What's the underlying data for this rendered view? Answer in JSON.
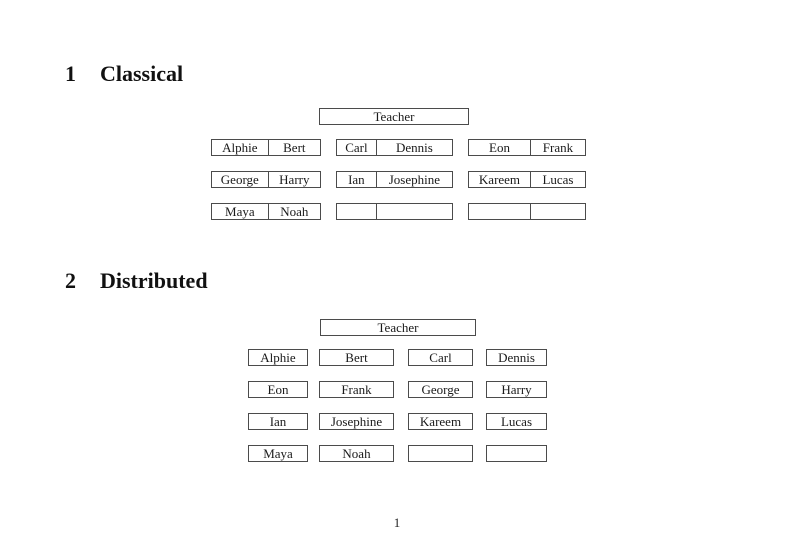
{
  "document": {
    "footer": {
      "page_number": "1"
    }
  },
  "classical": {
    "section_number": "1",
    "section_title": "Classical",
    "teacher_label": "Teacher",
    "desks": [
      {
        "position": "row1-col1",
        "seats": [
          "Alphie",
          "Bert"
        ]
      },
      {
        "position": "row1-col2",
        "seats": [
          "Carl",
          "Dennis"
        ]
      },
      {
        "position": "row1-col3",
        "seats": [
          "Eon",
          "Frank"
        ]
      },
      {
        "position": "row2-col1",
        "seats": [
          "George",
          "Harry"
        ]
      },
      {
        "position": "row2-col2",
        "seats": [
          "Ian",
          "Josephine"
        ]
      },
      {
        "position": "row2-col3",
        "seats": [
          "Kareem",
          "Lucas"
        ]
      },
      {
        "position": "row3-col1",
        "seats": [
          "Maya",
          "Noah"
        ]
      },
      {
        "position": "row3-col2",
        "seats": [
          "",
          ""
        ]
      },
      {
        "position": "row3-col3",
        "seats": [
          "",
          ""
        ]
      }
    ]
  },
  "distributed": {
    "section_number": "2",
    "section_title": "Distributed",
    "teacher_label": "Teacher",
    "desks": [
      {
        "position": "row1-col1",
        "seat": "Alphie"
      },
      {
        "position": "row1-col2",
        "seat": "Bert"
      },
      {
        "position": "row1-col3",
        "seat": "Carl"
      },
      {
        "position": "row1-col4",
        "seat": "Dennis"
      },
      {
        "position": "row2-col1",
        "seat": "Eon"
      },
      {
        "position": "row2-col2",
        "seat": "Frank"
      },
      {
        "position": "row2-col3",
        "seat": "George"
      },
      {
        "position": "row2-col4",
        "seat": "Harry"
      },
      {
        "position": "row3-col1",
        "seat": "Ian"
      },
      {
        "position": "row3-col2",
        "seat": "Josephine"
      },
      {
        "position": "row3-col3",
        "seat": "Kareem"
      },
      {
        "position": "row3-col4",
        "seat": "Lucas"
      },
      {
        "position": "row4-col1",
        "seat": "Maya"
      },
      {
        "position": "row4-col2",
        "seat": "Noah"
      },
      {
        "position": "row4-col3",
        "seat": ""
      },
      {
        "position": "row4-col4",
        "seat": ""
      }
    ]
  }
}
